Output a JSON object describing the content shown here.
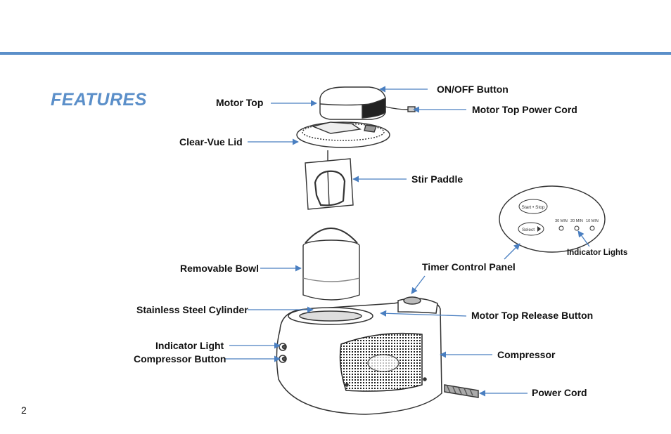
{
  "page": {
    "title": "FEATURES",
    "page_number": "2"
  },
  "labels": {
    "motor_top": "Motor Top",
    "on_off_button": "ON/OFF Button",
    "motor_top_power_cord": "Motor Top Power Cord",
    "clear_vue_lid": "Clear-Vue Lid",
    "stir_paddle": "Stir Paddle",
    "removable_bowl": "Removable Bowl",
    "timer_control_panel": "Timer Control Panel",
    "indicator_lights": "Indicator Lights",
    "stainless_steel_cylinder": "Stainless Steel Cylinder",
    "motor_top_release_button": "Motor Top Release Button",
    "indicator_light": "Indicator Light",
    "compressor_button": "Compressor Button",
    "compressor": "Compressor",
    "power_cord": "Power Cord"
  },
  "control_panel": {
    "start_stop": "Start • Stop",
    "select": "Select",
    "min_30": "30 MIN",
    "min_20": "20 MIN",
    "min_10": "10 MIN"
  },
  "colors": {
    "accent": "#5b8fc9",
    "arrow": "#4a7fc1"
  }
}
